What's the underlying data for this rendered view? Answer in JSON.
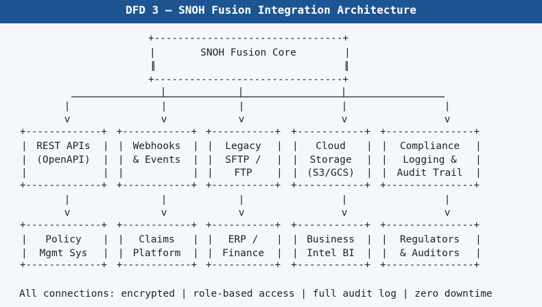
{
  "title": "DFD 3 — SNOH Fusion Integration Architecture",
  "core": {
    "lines": [
      "SNOH Fusion Core"
    ]
  },
  "integrations": [
    {
      "id": "rest-apis",
      "lines": [
        "REST APIs",
        "(OpenAPI)"
      ]
    },
    {
      "id": "webhooks",
      "lines": [
        "Webhooks",
        "& Events"
      ]
    },
    {
      "id": "legacy",
      "lines": [
        "Legacy",
        "SFTP /",
        "FTP"
      ]
    },
    {
      "id": "cloud-storage",
      "lines": [
        "Cloud",
        "Storage",
        "(S3/GCS)"
      ]
    },
    {
      "id": "compliance",
      "lines": [
        "Compliance",
        "Logging &",
        "Audit Trail"
      ]
    }
  ],
  "destinations": [
    {
      "id": "policy-mgmt",
      "lines": [
        "Policy",
        "Mgmt Sys"
      ]
    },
    {
      "id": "claims-platform",
      "lines": [
        "Claims",
        "Platform"
      ]
    },
    {
      "id": "erp-finance",
      "lines": [
        "ERP /",
        "Finance"
      ]
    },
    {
      "id": "business-intel",
      "lines": [
        "Business",
        "Intel BI"
      ]
    },
    {
      "id": "regulators",
      "lines": [
        "Regulators",
        "& Auditors"
      ]
    }
  ],
  "arrow_glyph": "v",
  "footer": "All connections: encrypted | role-based access | full audit log | zero downtime",
  "colors": {
    "title_bg": "#1d5593",
    "title_text": "#ffffff",
    "page_bg": "#f4f7fb",
    "diagram_text": "#222222"
  }
}
